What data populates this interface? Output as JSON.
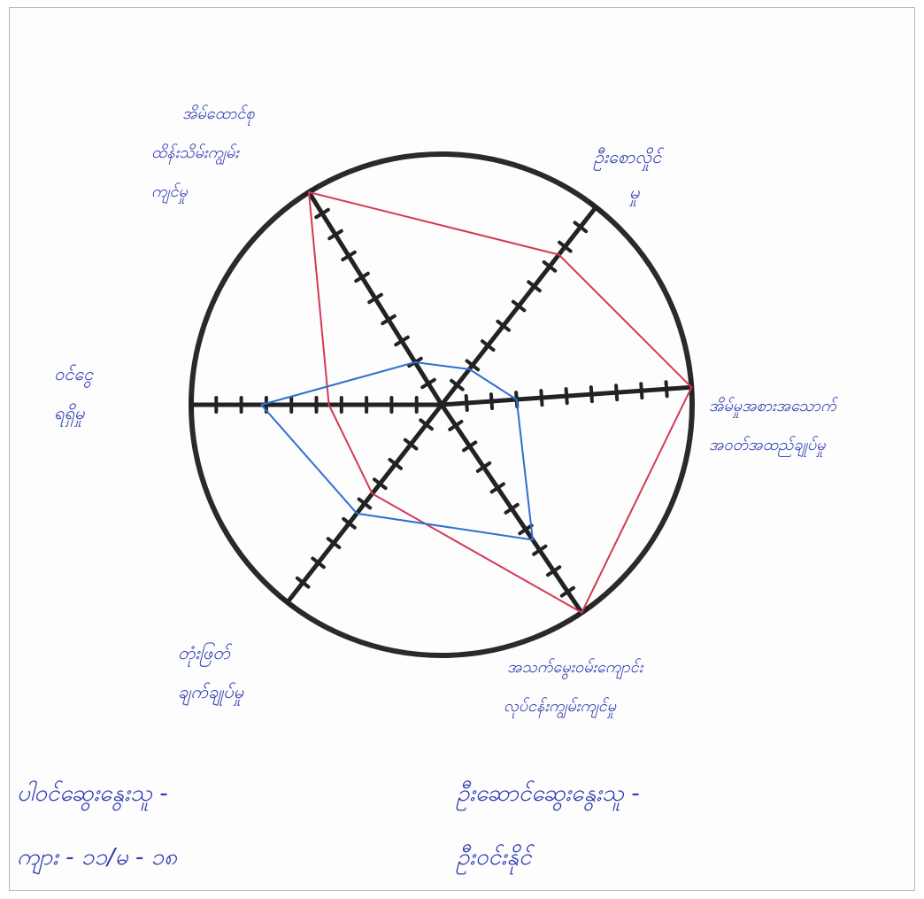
{
  "axes": [
    {
      "id": "top-right",
      "label_lines": [
        "ဦးစောလှိုင်",
        "မှု"
      ]
    },
    {
      "id": "right",
      "label_lines": [
        "အိမ်မှုအစားအသောက်",
        "အဝတ်အထည်ချုပ်မှု"
      ]
    },
    {
      "id": "bottom-right",
      "label_lines": [
        "အသက်မွေးဝမ်းကျောင်း",
        "လုပ်ငန်းကျွမ်းကျင်မှု"
      ]
    },
    {
      "id": "bottom-left",
      "label_lines": [
        "တုံးဖြတ်",
        "ချက်ချုပ်မှု"
      ]
    },
    {
      "id": "left",
      "label_lines": [
        "ဝင်ငွေ",
        "ရရှိမှု"
      ]
    },
    {
      "id": "top-left",
      "label_lines": [
        "အိမ်ထောင်စု",
        "ထိန်းသိမ်းကျွမ်း",
        "ကျင်မှု"
      ]
    }
  ],
  "series": [
    {
      "color": "#d23a55",
      "values": [
        0.76,
        1.0,
        1.0,
        0.45,
        0.45,
        1.0
      ]
    },
    {
      "color": "#2f6fd0",
      "values": [
        0.18,
        0.3,
        0.65,
        0.55,
        0.72,
        0.2
      ]
    }
  ],
  "ticks_per_axis": 10,
  "axis_color": "#222222",
  "circle_color": "#2a2a2a",
  "footer": {
    "left_lines": [
      "ပါဝင်ဆွေးနွေးသူ -",
      "ကျား - ၁၁/မ - ၁၈"
    ],
    "right_lines": [
      "ဦးဆောင်ဆွေးနွေးသူ -",
      "ဦးဝင်းနိုင်"
    ]
  }
}
